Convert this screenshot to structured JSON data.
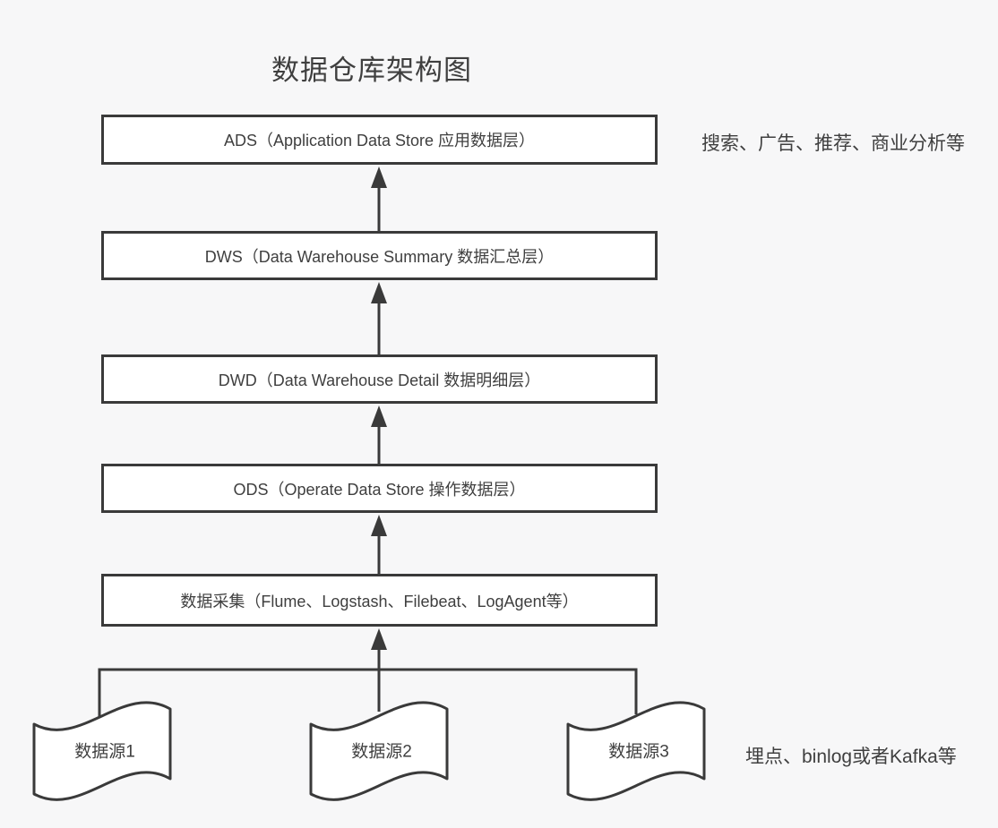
{
  "title": "数据仓库架构图",
  "layers": [
    {
      "id": "ads",
      "label": "ADS（Application Data Store 应用数据层）"
    },
    {
      "id": "dws",
      "label": "DWS（Data Warehouse Summary 数据汇总层）"
    },
    {
      "id": "dwd",
      "label": "DWD（Data Warehouse Detail 数据明细层）"
    },
    {
      "id": "ods",
      "label": "ODS（Operate Data Store 操作数据层）"
    },
    {
      "id": "collect",
      "label": "数据采集（Flume、Logstash、Filebeat、LogAgent等）"
    }
  ],
  "sources": [
    {
      "label": "数据源1"
    },
    {
      "label": "数据源2"
    },
    {
      "label": "数据源3"
    }
  ],
  "annotations": {
    "ads_note": "搜索、广告、推荐、商业分析等",
    "sources_note": "埋点、binlog或者Kafka等"
  },
  "colors": {
    "background": "#f7f7f8",
    "box_fill": "#ffffff",
    "stroke": "#3a3a3a",
    "text": "#3f3f3f"
  }
}
